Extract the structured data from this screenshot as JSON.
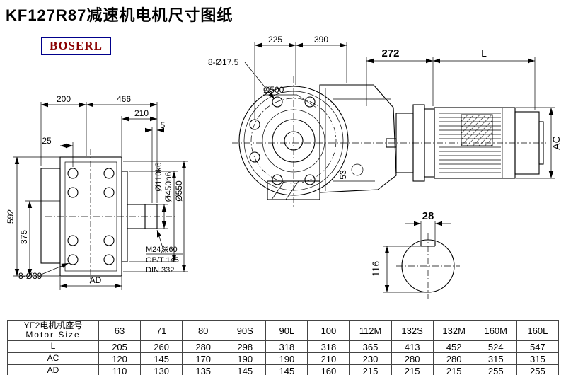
{
  "title": "KF127R87减速机电机尺寸图纸",
  "logo": "BOSERL",
  "colors": {
    "logo_text": "#8b0000",
    "logo_border": "#00008b",
    "line": "#000000"
  },
  "front_view": {
    "dim_200": "200",
    "dim_466": "466",
    "dim_210": "210",
    "dim_5": "5",
    "dim_25": "25",
    "dim_592": "592",
    "dim_375": "375",
    "dim_holes": "8-Ø39",
    "dim_ad": "AD",
    "dim_shaft": "Ø110k6",
    "dim_spigot": "Ø450h6",
    "dim_flange": "Ø550",
    "note_line1": "M24深60",
    "note_line2": "GB/T 145",
    "note_line3": "DIN 332"
  },
  "side_view": {
    "dim_225": "225",
    "dim_390": "390",
    "dim_272": "272",
    "dim_L": "L",
    "dim_holes": "8-Ø17.5",
    "dim_500": "Ø500",
    "dim_53": "53",
    "dim_ac": "AC"
  },
  "shaft_view": {
    "dim_28": "28",
    "dim_116": "116"
  },
  "table": {
    "header_cn": "YE2电机机座号",
    "header_en": "Motor Size",
    "columns": [
      "63",
      "71",
      "80",
      "90S",
      "90L",
      "100",
      "112M",
      "132S",
      "132M",
      "160M",
      "160L"
    ],
    "rows": [
      {
        "label": "L",
        "values": [
          "205",
          "260",
          "280",
          "298",
          "318",
          "318",
          "365",
          "413",
          "452",
          "524",
          "547"
        ]
      },
      {
        "label": "AC",
        "values": [
          "120",
          "145",
          "170",
          "190",
          "190",
          "210",
          "230",
          "280",
          "280",
          "315",
          "315"
        ]
      },
      {
        "label": "AD",
        "values": [
          "110",
          "130",
          "135",
          "145",
          "145",
          "160",
          "215",
          "215",
          "215",
          "255",
          "255"
        ]
      }
    ]
  }
}
